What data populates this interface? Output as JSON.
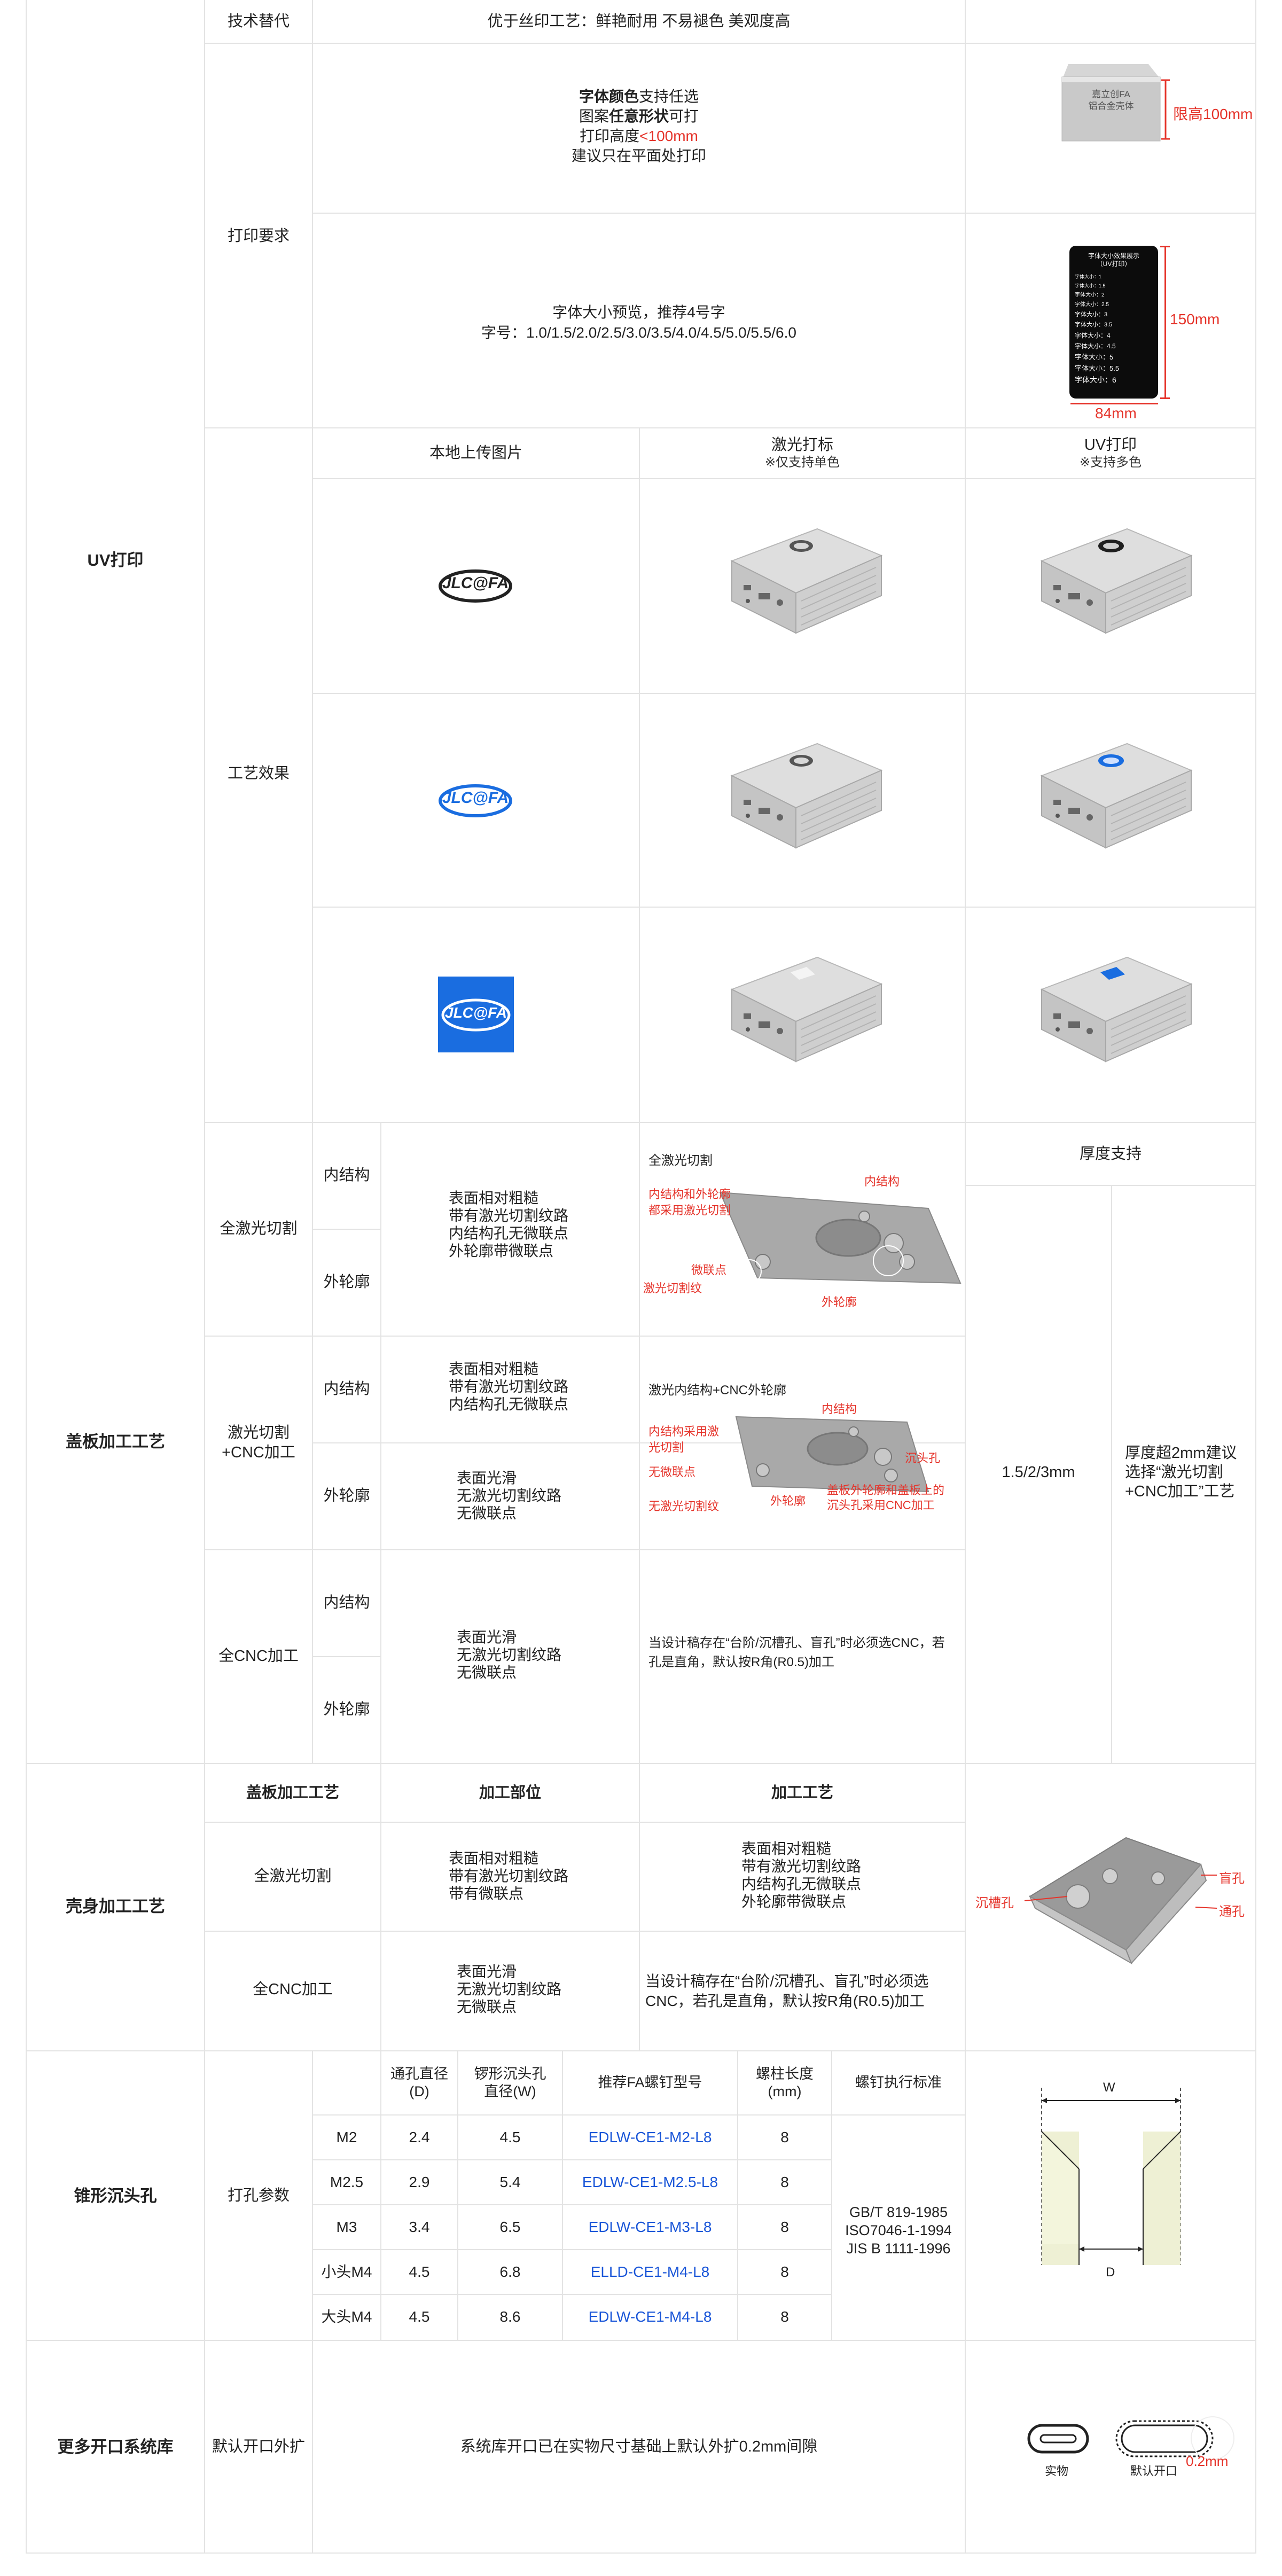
{
  "uv": {
    "category": "UV打印",
    "tech_replace_label": "技术替代",
    "tech_replace_value": "优于丝印工艺：鲜艳耐用 不易褪色 美观度高",
    "print_req_label": "打印要求",
    "req_line1_bold": "字体颜色",
    "req_line1_rest": "支持任选",
    "req_line2_pre": "图案",
    "req_line2_bold": "任意形状",
    "req_line2_rest": "可打",
    "req_line3_pre": "打印高度",
    "req_line3_red": "<100mm",
    "req_line4": "建议只在平面处打印",
    "box_label_top": "嘉立创FA",
    "box_label_bottom": "铝合金壳体",
    "limit_label": "限高100mm",
    "font_preview_line1": "字体大小预览，推荐4号字",
    "font_preview_line2": "字号：1.0/1.5/2.0/2.5/3.0/3.5/4.0/4.5/5.0/5.5/6.0",
    "phone_title_1": "字体大小效果展示",
    "phone_title_2": "（UV打印）",
    "phone_rows": [
      "字体大小：1",
      "字体大小：1.5",
      "字体大小：2",
      "字体大小：2.5",
      "字体大小：3",
      "字体大小：3.5",
      "字体大小：4",
      "字体大小：4.5",
      "字体大小：5",
      "字体大小：5.5",
      "字体大小：6"
    ],
    "dim_height": "150mm",
    "dim_width": "84mm",
    "effect_label": "工艺效果",
    "col_upload": "本地上传图片",
    "col_laser": "激光打标",
    "col_laser_note": "※仅支持单色",
    "col_uv": "UV打印",
    "col_uv_note": "※支持多色",
    "logo_text": "JLC@FA"
  },
  "cover": {
    "category": "盖板加工工艺",
    "full_laser": "全激光切割",
    "laser_cnc_1": "激光切割",
    "laser_cnc_2": "+CNC加工",
    "full_cnc": "全CNC加工",
    "inner": "内结构",
    "outer": "外轮廓",
    "desc_full_laser": [
      "表面相对粗糙",
      "带有激光切割纹路",
      "内结构孔无微联点",
      "外轮廓带微联点"
    ],
    "desc_lc_inner": [
      "表面相对粗糙",
      "带有激光切割纹路",
      "内结构孔无微联点"
    ],
    "desc_lc_outer": [
      "表面光滑",
      "无激光切割纹路",
      "无微联点"
    ],
    "desc_cnc": [
      "表面光滑",
      "无激光切割纹路",
      "无微联点"
    ],
    "img1_title": "全激光切割",
    "img1_labels": [
      "内结构",
      "内结构和外轮廓",
      "都采用激光切割",
      "微联点",
      "激光切割纹",
      "外轮廓"
    ],
    "img2_title": "激光内结构+CNC外轮廓",
    "img2_labels": [
      "内结构",
      "内结构采用激",
      "光切割",
      "无微联点",
      "沉头孔",
      "无激光切割纹",
      "外轮廓",
      "盖板外轮廓和盖板上的",
      "沉头孔采用CNC加工"
    ],
    "cnc_note": [
      "当设计稿存在“台阶/沉槽孔、盲孔”时必须选CNC，若",
      "孔是直角，默认按R角(R0.5)加工"
    ],
    "thickness_header": "厚度支持",
    "thickness_value": "1.5/2/3mm",
    "thickness_note": [
      "厚度超2mm建议",
      "选择“激光切割",
      "+CNC加工”工艺"
    ]
  },
  "shell": {
    "category": "壳身加工工艺",
    "h_process": "盖板加工工艺",
    "h_part": "加工部位",
    "h_craft": "加工工艺",
    "row1_process": "全激光切割",
    "row1_part": [
      "表面相对粗糙",
      "带有激光切割纹路",
      "带有微联点"
    ],
    "row1_craft": [
      "表面相对粗糙",
      "带有激光切割纹路",
      "内结构孔无微联点",
      "外轮廓带微联点"
    ],
    "row2_process": "全CNC加工",
    "row2_part": [
      "表面光滑",
      "无激光切割纹路",
      "无微联点"
    ],
    "row2_craft": [
      "当设计稿存在“台阶/沉槽孔、盲孔”时必须选",
      "CNC，若孔是直角，默认按R角(R0.5)加工"
    ],
    "img_labels": [
      "沉槽孔",
      "盲孔",
      "通孔"
    ]
  },
  "countersink": {
    "category": "锥形沉头孔",
    "param_label": "打孔参数",
    "headers": [
      "通孔直径\n(D)",
      "锣形沉头孔\n直径(W)",
      "推荐FA螺钉型号",
      "螺柱长度\n(mm)",
      "螺钉执行标准"
    ],
    "rows": [
      [
        "M2",
        "2.4",
        "4.5",
        "EDLW-CE1-M2-L8",
        "8"
      ],
      [
        "M2.5",
        "2.9",
        "5.4",
        "EDLW-CE1-M2.5-L8",
        "8"
      ],
      [
        "M3",
        "3.4",
        "6.5",
        "EDLW-CE1-M3-L8",
        "8"
      ],
      [
        "小头M4",
        "4.5",
        "6.8",
        "ELLD-CE1-M4-L8",
        "8"
      ],
      [
        "大头M4",
        "4.5",
        "8.6",
        "EDLW-CE1-M4-L8",
        "8"
      ]
    ],
    "standards": [
      "GB/T 819-1985",
      "ISO7046-1-1994",
      "JIS B 1111-1996"
    ],
    "diagram_w": "W",
    "diagram_d": "D"
  },
  "openings": {
    "category": "更多开口系统库",
    "label": "默认开口外扩",
    "desc": "系统库开口已在实物尺寸基础上默认外扩0.2mm间隙",
    "real_label": "实物",
    "default_label": "默认开口",
    "gap_label": "0.2mm"
  }
}
